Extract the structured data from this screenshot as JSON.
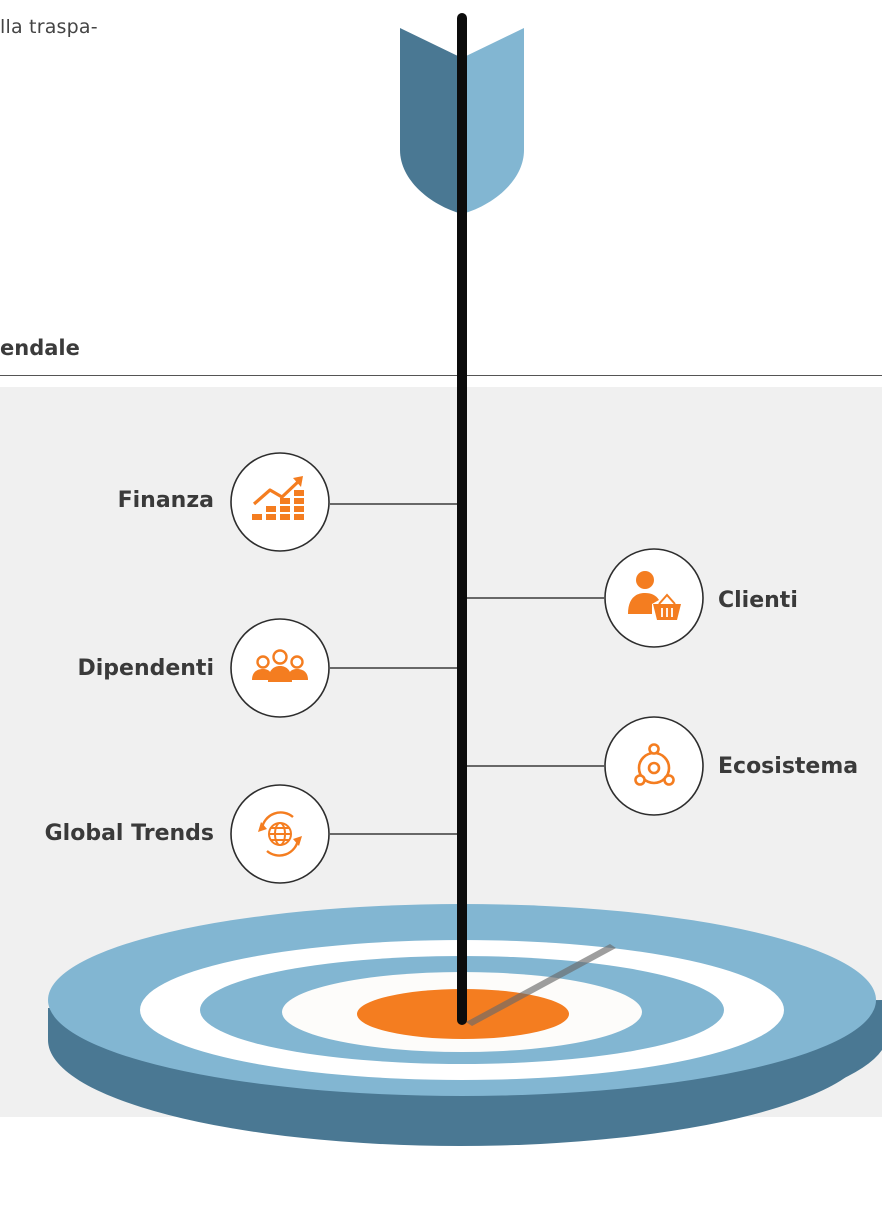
{
  "intro_text": "lla traspa-",
  "section_heading": "endale",
  "categories": {
    "finanza": "Finanza",
    "clienti": "Clienti",
    "dipendenti": "Dipendenti",
    "ecosistema": "Ecosistema",
    "global_trends": "Global Trends"
  },
  "colors": {
    "accent_orange": "#f47d20",
    "target_blue_light": "#82b6d2",
    "target_blue_dark": "#4a7893",
    "panel_bg": "#f0f0f0"
  },
  "icons": {
    "finanza": "growth-chart-icon",
    "clienti": "customer-basket-icon",
    "dipendenti": "people-group-icon",
    "ecosistema": "ecosystem-orbit-icon",
    "global_trends": "globe-refresh-icon"
  }
}
